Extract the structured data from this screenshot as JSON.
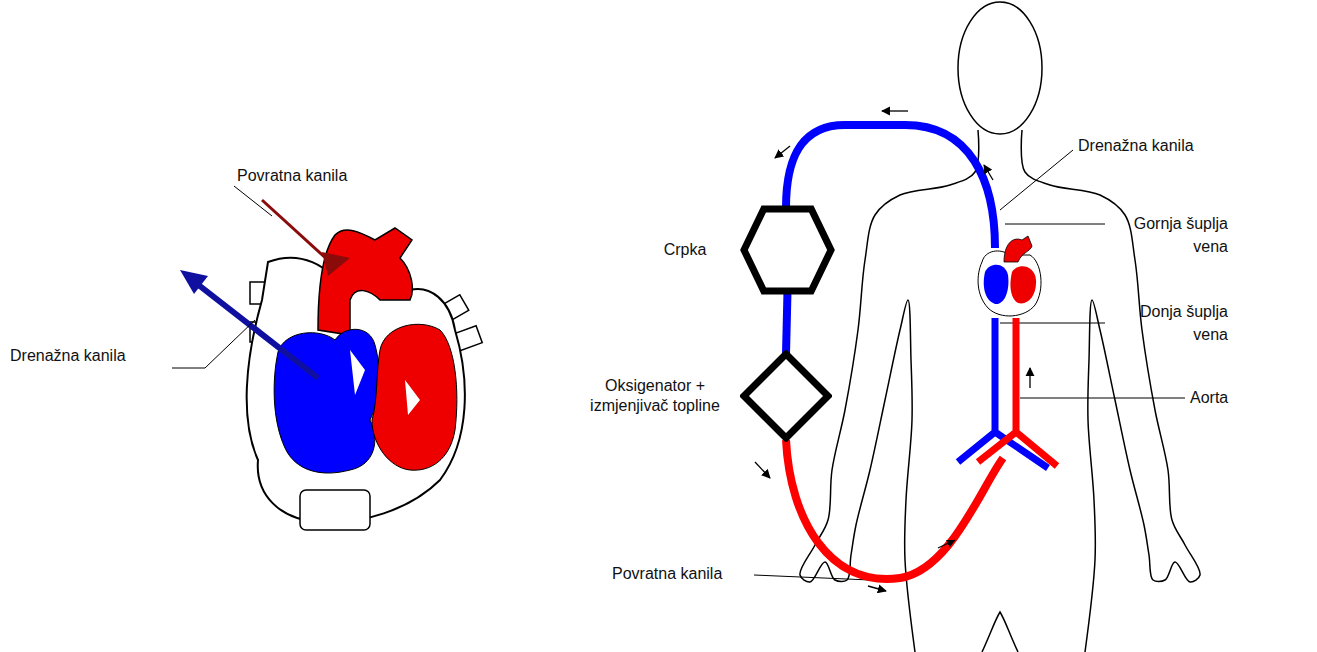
{
  "diagram": {
    "nodes": [
      {
        "text": [
          "Crpka"
        ]
      },
      {
        "text": [
          "Oksigenator + izmjenjivač topline"
        ]
      }
    ],
    "edges": [
      {
        "from": 0,
        "to": 1,
        "arrow": "none"
      }
    ],
    "labels": [
      "Povratna kanila",
      "Drenažna kanila",
      "Drenažna kanila",
      "Gornja šuplja vena",
      "Donja šuplja vena",
      "Aorta",
      "Povratna kanila"
    ]
  }
}
